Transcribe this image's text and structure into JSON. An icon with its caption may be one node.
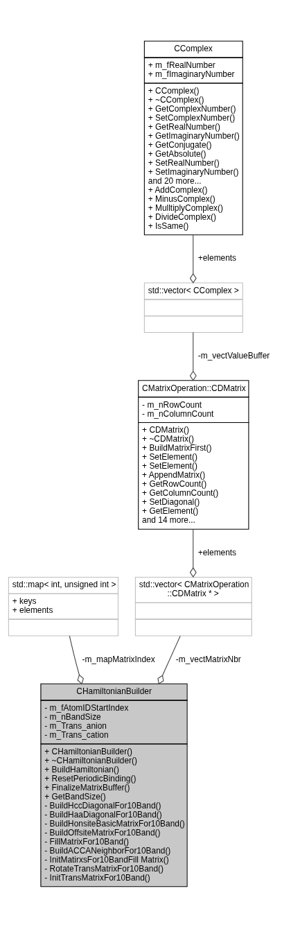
{
  "diagram": {
    "nodes": [
      {
        "text": [
          "CComplex",
          "+ m_fRealNumber + m_fImaginaryNumber",
          "+ CComplex() + ~CComplex() + GetComplexNumber() + SetComplexNumber() + GetRealNumber() + GetImaginaryNumber() + GetConjugate() + GetAbsolute() + SetRealNumber() + SetImaginaryNumber() and 20 more... + AddComplex() + MinusComplex() + MulltiplyComplex() + DivideComplex() + IsSame()"
        ]
      },
      {
        "text": [
          "std::vector< CComplex >"
        ]
      },
      {
        "text": [
          "CMatrixOperation::CDMatrix",
          "- m_nRowCount - m_nColumnCount",
          "+ CDMatrix() + ~CDMatrix() + BuildMatrixFirst() + SetElement() + SetElement() + AppendMatrix() + GetRowCount() + GetColumnCount() + SetDiagonal() + GetElement() and 14 more..."
        ]
      },
      {
        "text": [
          "std::map< int, unsigned int >",
          "+ keys + elements"
        ]
      },
      {
        "text": [
          "std::vector< CMatrixOperation ::CDMatrix * >"
        ]
      },
      {
        "text": [
          "CHamiltonianBuilder",
          "- m_fAtomIDStartIndex - m_nBandSize - m_Trans_anion - m_Trans_cation",
          "+ CHamiltonianBuilder() + ~CHamiltonianBuilder() + BuildHamiltonian() + ResetPeriodicBinding() + FinalizeMatrixBuffer() + GetBandSize() - BuildHccDiagonalFor10Band() - BuildHaaDiagonalFor10Band() - BuildHonsiteBasicMatrixFor10Band() - BuildOffsiteMatrixFor10Band() - FillMatrixFor10Band() - BuildACCANeighborFor10Band() - InitMatirxsFor10BandFill Matrix() - RotateTransMatrixFor10Band() - InitTransMatrixFor10Band()"
        ]
      }
    ],
    "edges": [
      {
        "from": 0,
        "to": 1,
        "arrow": "other",
        "label": "+elements"
      },
      {
        "from": 1,
        "to": 2,
        "arrow": "other",
        "label": "-m_vectValueBuffer"
      },
      {
        "from": 2,
        "to": 4,
        "arrow": "other",
        "label": "+elements"
      },
      {
        "from": 3,
        "to": 5,
        "arrow": "other",
        "label": "-m_mapMatrixIndex"
      },
      {
        "from": 4,
        "to": 5,
        "arrow": "other",
        "label": "-m_vectMatrixNbr"
      }
    ]
  }
}
